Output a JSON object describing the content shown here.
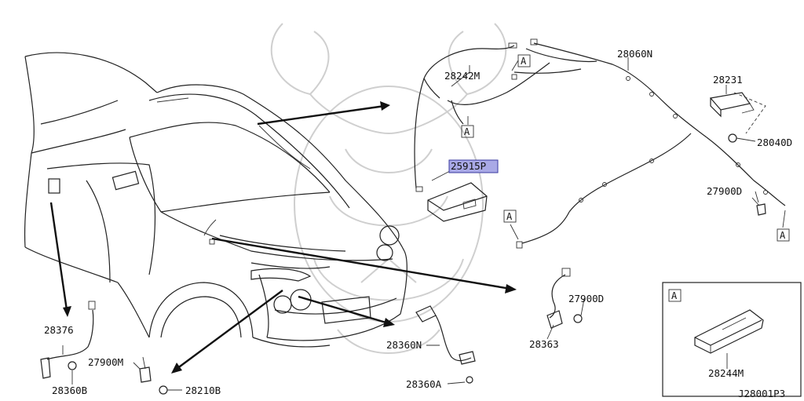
{
  "parts": {
    "p28060N": "28060N",
    "p28242M": "28242M",
    "p28231": "28231",
    "p28040D": "28040D",
    "p25915P": "25915P",
    "p27900D_upper": "27900D",
    "p27900D_lower": "27900D",
    "p28363": "28363",
    "p28376": "28376",
    "p28360B": "28360B",
    "p27900M": "27900M",
    "p28210B": "28210B",
    "p28360N": "28360N",
    "p28360A": "28360A",
    "p28244M": "28244M"
  },
  "callouts": {
    "a1": "A",
    "a2": "A",
    "a3": "A",
    "a4": "A",
    "detail": "A"
  },
  "diagram_code": "J28001P3",
  "colors": {
    "highlight": "#a9a9e6",
    "ink": "#222222",
    "watermark": "#cfcfcf"
  }
}
